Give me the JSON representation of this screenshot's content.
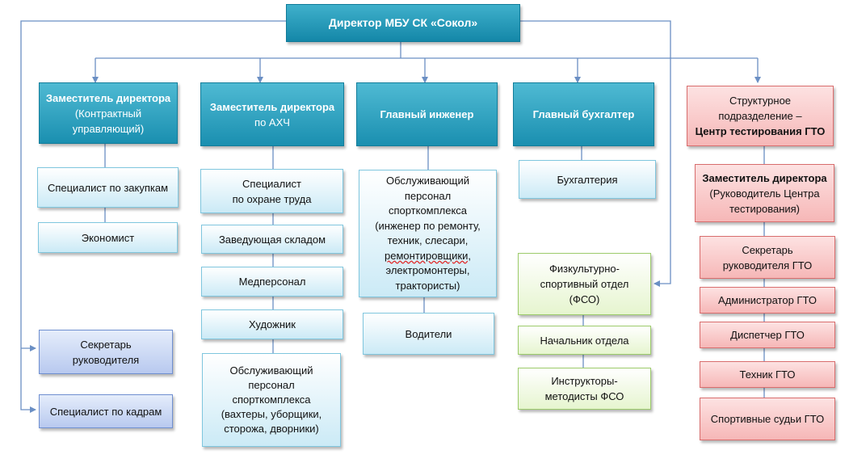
{
  "director": "Директор МБУ СК «Сокол»",
  "deputy_contract": {
    "title": "Заместитель директора",
    "sub": "(Контрактный управляющий)"
  },
  "deputy_ahch": {
    "title": "Заместитель директора",
    "sub": "по АХЧ"
  },
  "chief_engineer": "Главный инженер",
  "chief_accountant": "Главный бухгалтер",
  "gto_unit": {
    "line1": "Структурное подразделение –",
    "line2": "Центр тестирования ГТО"
  },
  "procurement": "Специалист по закупкам",
  "economist": "Экономист",
  "labor_safety": {
    "line1": "Специалист",
    "line2": "по охране труда"
  },
  "warehouse": "Заведующая складом",
  "medical": "Медперсонал",
  "artist": "Художник",
  "service_staff_ahch": {
    "line1": "Обслуживающий",
    "line2": "персонал",
    "line3": "спорткомплекса",
    "line4": "(вахтеры, уборщики,",
    "line5": "сторожа, дворники)"
  },
  "service_staff_eng": {
    "line1": "Обслуживающий",
    "line2": "персонал",
    "line3": "спорткомплекса",
    "line4": "(инженер по ремонту,",
    "line5": "техник, слесари,",
    "line6": "ремонтировщики,",
    "line7": "электромонтеры,",
    "line8": "трактористы)"
  },
  "drivers": "Водители",
  "accounting": "Бухгалтерия",
  "fso": {
    "line1": "Физкультурно-",
    "line2": "спортивный отдел",
    "line3": "(ФСО)"
  },
  "dept_head": "Начальник отдела",
  "instructors": {
    "line1": "Инструкторы-",
    "line2": "методисты ФСО"
  },
  "secretary": {
    "line1": "Секретарь",
    "line2": "руководителя"
  },
  "hr": "Специалист по кадрам",
  "deputy_gto": {
    "title": "Заместитель директора",
    "sub": "(Руководитель Центра тестирования)"
  },
  "gto_secretary": {
    "line1": "Секретарь",
    "line2": "руководителя ГТО"
  },
  "gto_admin": "Администратор ГТО",
  "gto_dispatcher": "Диспетчер ГТО",
  "gto_tech": "Техник ГТО",
  "gto_judges": "Спортивные судьи ГТО"
}
